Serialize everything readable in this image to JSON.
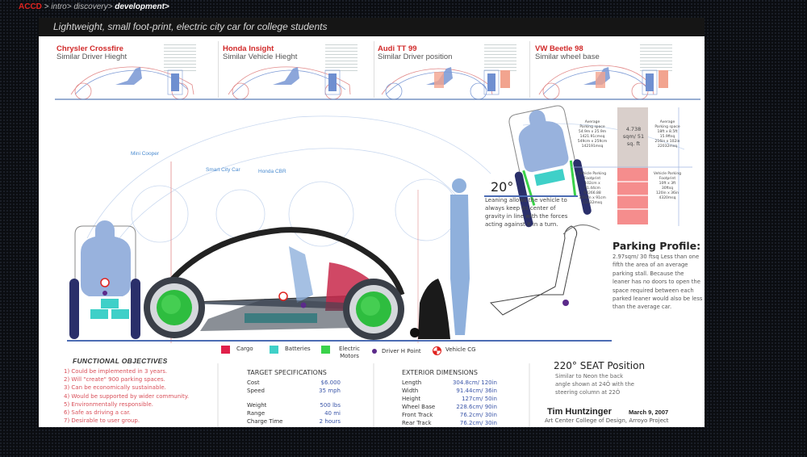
{
  "breadcrumb": {
    "home": "ACCD",
    "items": [
      " > intro>",
      " discovery>",
      " development>"
    ]
  },
  "header": {
    "subtitle": "Lightweight, small foot-print, electric city car for college students"
  },
  "comparisons": [
    {
      "title": "Chrysler Crossfire",
      "subtitle": "Similar Driver Hieght"
    },
    {
      "title": "Honda Insight",
      "subtitle": "Similar Vehicle Hieght"
    },
    {
      "title": "Audi TT  99",
      "subtitle": "Similar Driver position"
    },
    {
      "title": "VW Beetle 98",
      "subtitle": "Similar wheel base"
    }
  ],
  "overlay_labels": {
    "mini": "Mini Cooper",
    "smart": "Smart City Car",
    "honda": "Honda CBR"
  },
  "lean": {
    "angle": "20°",
    "text": "Leaning allows the vehicle to always keep its center of gravity in line with the forces acting against it in a turn."
  },
  "parking_chart": {
    "center_area": "4.738 sqm/ 51 sq. ft",
    "left_top": [
      "Average",
      "Parking space",
      "54.9m x 25.9m",
      "1421.91cmsq",
      "549cm x 259cm",
      "142191msq"
    ],
    "right_top": [
      "Average",
      "Parking space",
      "18ft x 8.5ft",
      "15.9ftsq",
      "216in x 102in",
      "22032msq"
    ],
    "left_bottom": [
      "Vehicle Parking",
      "Footprint",
      "102cm x",
      "91.44cm",
      "93266.88",
      "305cm x 91cm",
      "22032msq"
    ],
    "right_bottom": [
      "Vehicle Parking",
      "Footprint",
      "10ft x 3ft",
      "30ftsq",
      "120in x 36in",
      "4320msq"
    ]
  },
  "parking_profile": {
    "title": "Parking Profile:",
    "text": "2.97sqm/ 30 ftsq Less than one fifth the area of an average parking stall. Because the leaner has no doors to open the space required between each parked leaner would also be less than the average car."
  },
  "legend": [
    {
      "label": "Cargo",
      "color": "#e0204a",
      "shape": "square"
    },
    {
      "label": "Batteries",
      "color": "#3fd0c8",
      "shape": "square"
    },
    {
      "label": "Electric Motors",
      "color": "#3ad24a",
      "shape": "square"
    },
    {
      "label": "Driver H Point",
      "color": "#5b2a8a",
      "shape": "dot"
    },
    {
      "label": "Vehicle CG",
      "color": "#e0231f",
      "shape": "cg"
    }
  ],
  "functional_objectives": {
    "title": "FUNCTIONAL OBJECTIVES",
    "items": [
      "1) Could be implemented in 3 years.",
      "2) Will \"create\" 900 parking spaces.",
      "3) Can be economically sustainable.",
      "4) Would be supported by wider community.",
      "5) Environmentally responsible.",
      "6) Safe as driving a car.",
      "7) Desirable to user group."
    ]
  },
  "target_specs": {
    "title": "TARGET SPECIFICATIONS",
    "rows": [
      {
        "k": "Cost",
        "v": "$6.000"
      },
      {
        "k": "Speed",
        "v": "35 mph"
      },
      {
        "k": "Weight",
        "v": "500 lbs"
      },
      {
        "k": "Range",
        "v": "40 mi"
      },
      {
        "k": "Charge Time",
        "v": "2 hours"
      }
    ]
  },
  "exterior_dims": {
    "title": "EXTERIOR DIMENSIONS",
    "rows": [
      {
        "k": "Length",
        "v": "304.8cm/ 120in"
      },
      {
        "k": "Width",
        "v": "91.44cm/ 36in"
      },
      {
        "k": "Height",
        "v": "127cm/ 50in"
      },
      {
        "k": "Wheel Base",
        "v": "228.6cm/ 90in"
      },
      {
        "k": "Front Track",
        "v": "76.2cm/ 30in"
      },
      {
        "k": "Rear Track",
        "v": "76.2cm/ 30in"
      }
    ]
  },
  "seat": {
    "title": "220° SEAT Position",
    "lines": [
      "Similar to Neon the back",
      "angle shown at 24Ó with the",
      "steering column at 22Ó"
    ]
  },
  "credits": {
    "author": "Tim Huntzinger",
    "date": "March 9, 2007",
    "org": "Art Center College of Design, Arroyo Project"
  },
  "colors": {
    "accent_red": "#d12a2a",
    "blue_figure": "#8fb0dc",
    "motor_green": "#3ad24a",
    "battery_teal": "#3fd0c8",
    "cargo_red": "#c8284a",
    "parking_pink": "#f58d8d",
    "parking_grey": "#d9cfcb"
  }
}
